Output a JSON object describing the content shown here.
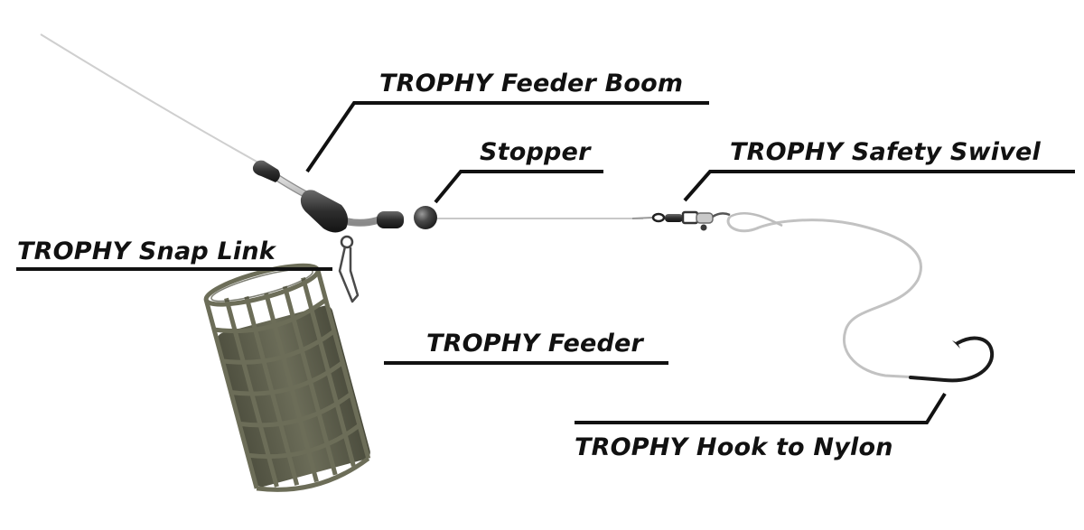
{
  "labels": {
    "feeder_boom": "TROPHY Feeder Boom",
    "stopper": "Stopper",
    "safety_swivel": "TROPHY Safety Swivel",
    "snap_link": "TROPHY Snap Link",
    "feeder": "TROPHY Feeder",
    "hook": "TROPHY Hook to Nylon"
  },
  "colors": {
    "text": "#111111",
    "leader_line": "#111111",
    "feeder_green": "#5e5f4d",
    "feeder_wire": "#6c6d58",
    "bead": "#3a3a3a",
    "boom_metal": "#b8b8b8",
    "nylon": "#c4c4c4",
    "hook": "#1a1a1a"
  }
}
